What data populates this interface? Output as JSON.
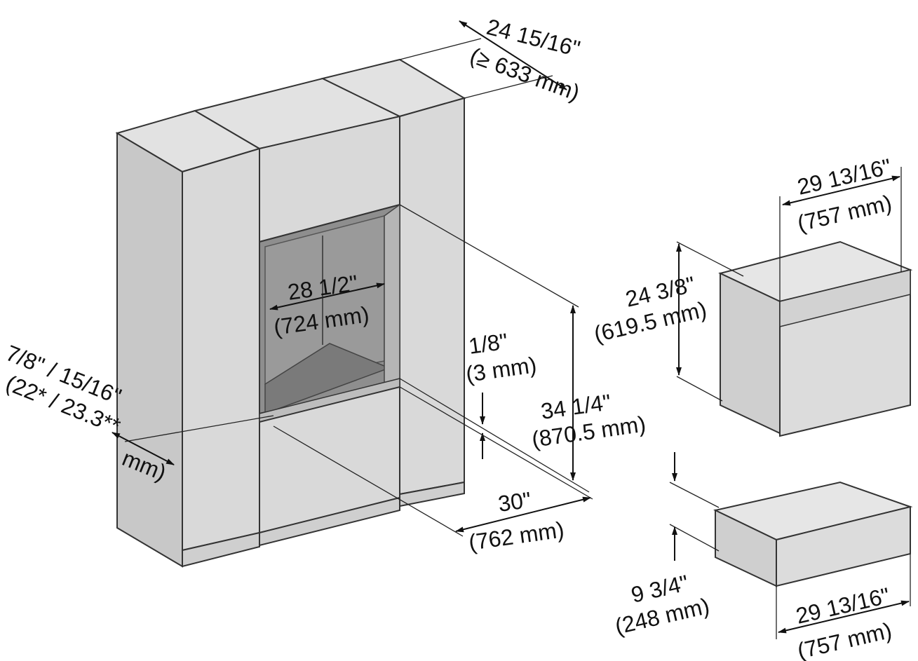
{
  "colors": {
    "cabinet_front": "#d9d9d9",
    "cabinet_side": "#c8c8c8",
    "cabinet_top": "#e2e2e2",
    "niche_interior": "#8e8e8e",
    "niche_floor": "#7a7a7a",
    "appliance_front": "#dcdcdc",
    "appliance_top": "#e6e6e6",
    "line": "#222222"
  },
  "labels": {
    "depth_in": "24 15/16\"",
    "depth_mm": "(≥ 633 mm)",
    "niche_width_in": "28 1/2\"",
    "niche_width_mm": "(724 mm)",
    "gap_in": "1/8\"",
    "gap_mm": "(3 mm)",
    "niche_height_in": "34 1/4\"",
    "niche_height_mm": "(870.5 mm)",
    "cabinet_width_in": "30\"",
    "cabinet_width_mm": "(762 mm)",
    "panel_thickness_in": "7/8\" / 15/16\"",
    "panel_thickness_mm": "(22* / 23.3**",
    "panel_thickness_unit": "mm)",
    "oven_width_in": "29 13/16\"",
    "oven_width_mm": "(757 mm)",
    "oven_height_in": "24 3/8\"",
    "oven_height_mm": "(619.5 mm)",
    "drawer_height_in": "9 3/4\"",
    "drawer_height_mm": "(248 mm)",
    "drawer_width_in": "29 13/16\"",
    "drawer_width_mm": "(757 mm)"
  }
}
